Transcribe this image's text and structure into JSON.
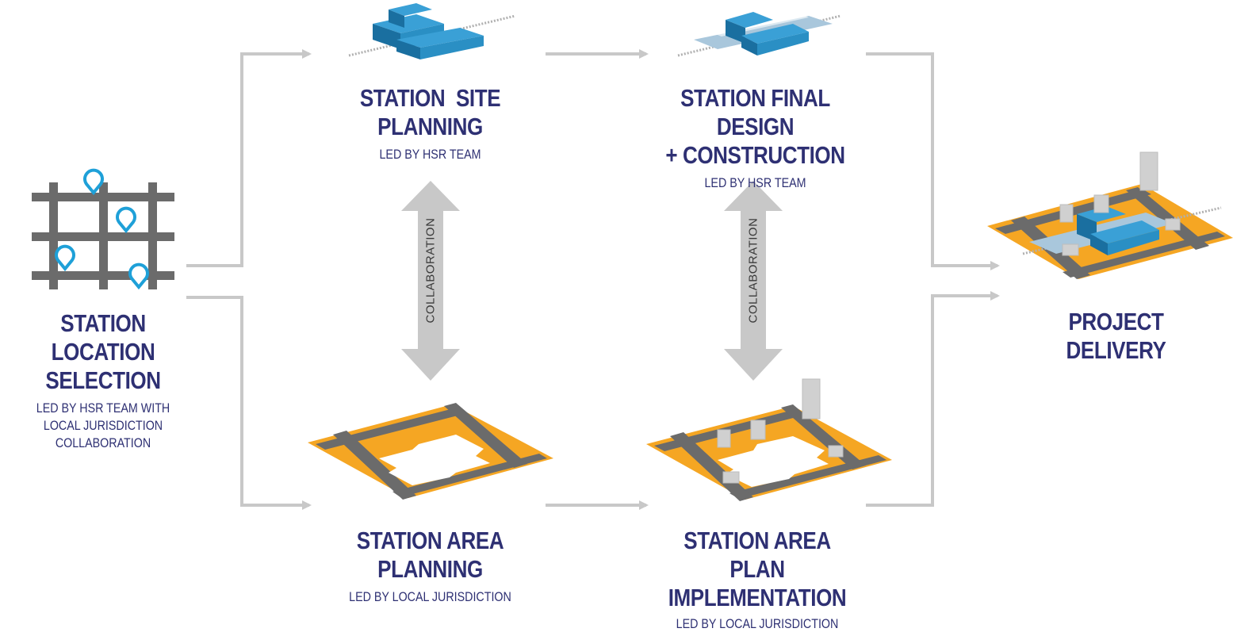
{
  "stages": {
    "location": {
      "title_1": "STATION LOCATION",
      "title_2": "SELECTION",
      "sub_1": "LED BY HSR TEAM WITH",
      "sub_2": "LOCAL JURISDICTION",
      "sub_3": "COLLABORATION"
    },
    "site": {
      "title_1": "STATION  SITE",
      "title_2": "PLANNING",
      "sub_1": "LED BY HSR TEAM"
    },
    "final": {
      "title_1": "STATION FINAL DESIGN",
      "title_2": "+ CONSTRUCTION",
      "sub_1": "LED BY HSR TEAM"
    },
    "area": {
      "title_1": "STATION AREA",
      "title_2": "PLANNING",
      "sub_1": "LED BY LOCAL JURISDICTION"
    },
    "impl": {
      "title_1": "STATION AREA",
      "title_2": "PLAN",
      "title_3": "IMPLEMENTATION",
      "sub_1": "LED BY LOCAL JURISDICTION"
    },
    "delivery": {
      "title_1": "PROJECT DELIVERY"
    }
  },
  "collaboration_label": "COLLABORATION",
  "colors": {
    "text": "#2e3073",
    "arrow": "#c8c8c8",
    "road": "#6b6b6b",
    "land": "#f5a623",
    "station": "#2a8fc4",
    "pin": "#1ea0d8",
    "building": "#d9d9d9"
  },
  "icons": [
    "street-grid-icon",
    "location-pin-icon",
    "station-building-icon",
    "block-plan-icon",
    "city-block-icon"
  ]
}
